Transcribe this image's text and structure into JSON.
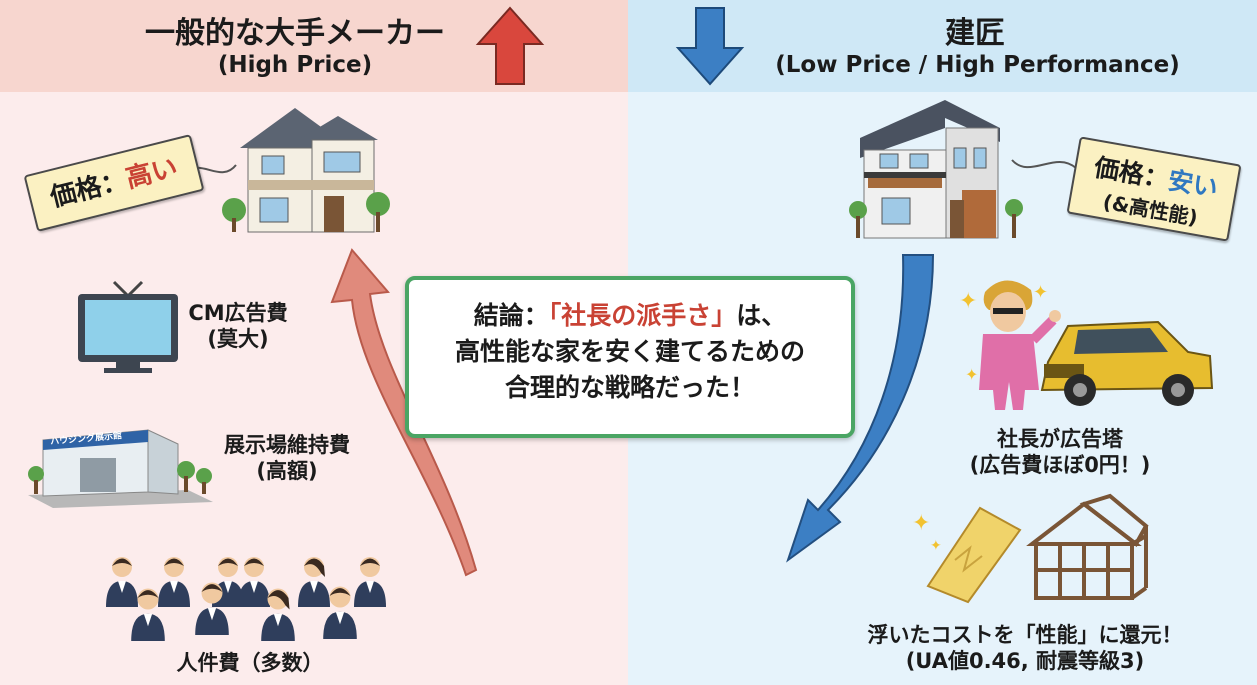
{
  "left": {
    "title": "一般的な大手メーカー",
    "subtitle": "(High Price)",
    "price_tag": {
      "prefix": "価格：",
      "value": "高い"
    },
    "cm_cost": {
      "line1": "CM広告費",
      "line2": "(莫大)"
    },
    "showroom_cost": {
      "line1": "展示場維持費",
      "line2": "(高額)"
    },
    "showroom_sign": "ハウジング展示館",
    "personnel_cost": "人件費（多数）"
  },
  "right": {
    "title": "建匠",
    "subtitle": "(Low Price / High Performance)",
    "price_tag": {
      "prefix": "価格：",
      "value": "安い",
      "note": "(&高性能)"
    },
    "president": {
      "line1": "社長が広告塔",
      "line2": "(広告費ほぼ0円！)"
    },
    "performance": {
      "line1": "浮いたコストを「性能」に還元！",
      "line2": "(UA値0.46, 耐震等級3)"
    }
  },
  "conclusion": {
    "line1_prefix": "結論：",
    "line1_highlight": "「社長の派手さ」",
    "line1_suffix": "は、",
    "line2": "高性能な家を安く建てるための",
    "line3": "合理的な戦略だった！"
  },
  "colors": {
    "left_header": "#f7d6cf",
    "left_bg": "#fcecec",
    "right_header": "#cfe8f6",
    "right_bg": "#e6f3fb",
    "up_arrow": "#d9473d",
    "down_arrow": "#3c7fc4",
    "highlight_red": "#c94234",
    "highlight_blue": "#2f78c1",
    "frame_green": "#4aa564"
  }
}
